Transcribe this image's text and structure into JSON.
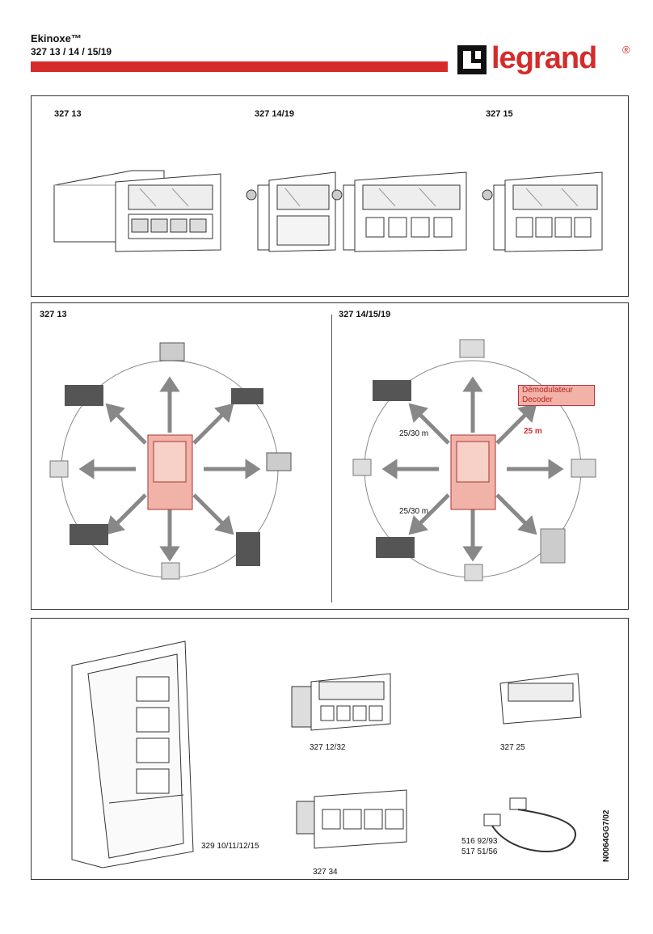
{
  "header": {
    "title": "Ekinoxe™",
    "subtitle": "327 13 / 14 / 15/19",
    "brand": "legrand",
    "registered": "®",
    "colors": {
      "accent": "#d62b2b",
      "highlight": "#f1b3a8"
    }
  },
  "panel1": {
    "labels": [
      "327 13",
      "327 14/19",
      "327 15"
    ]
  },
  "panel2": {
    "left_label": "327 13",
    "right_label": "327 14/15/19",
    "distances": {
      "d1": "25/30 m",
      "d2": "25/30 m",
      "d3": "25 m"
    },
    "demodulator": {
      "line1": "Démodulateur",
      "line2": "Decoder"
    }
  },
  "panel3": {
    "enclosure_code": "329 10/11/12/15",
    "module_code": "327 12/32",
    "cover_code": "327 25",
    "coupler_code": "327 34",
    "cord_codes": [
      "516 92/93",
      "517 51/56"
    ]
  },
  "doc_ref": "N0064GG7/02"
}
